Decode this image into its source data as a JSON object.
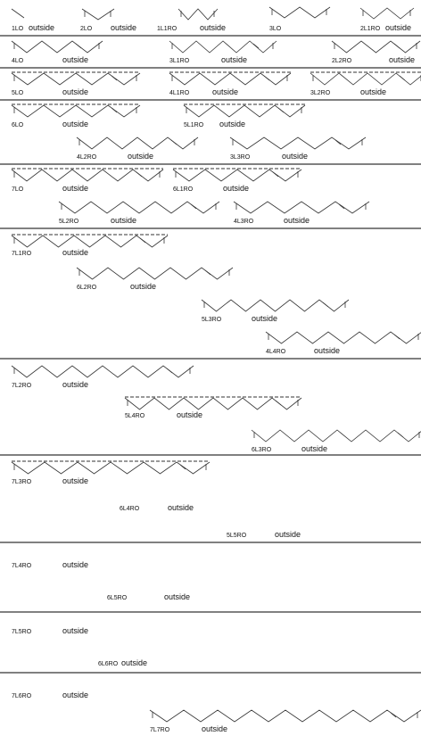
{
  "colors": {
    "ink": "#333333",
    "rule": "#000000",
    "paper": "#ffffff"
  },
  "labels": [
    {
      "code": "1LO",
      "word": "outside"
    },
    {
      "code": "2LO",
      "word": "outside"
    },
    {
      "code": "1L1RO",
      "word": "outside"
    },
    {
      "code": "3LO",
      "word": ""
    },
    {
      "code": "2L1RO",
      "word": "outside"
    },
    {
      "code": "4LO",
      "word": "outside"
    },
    {
      "code": "3L1RO",
      "word": "outside"
    },
    {
      "code": "2L2RO",
      "word": "outside"
    },
    {
      "code": "5LO",
      "word": "outside"
    },
    {
      "code": "4L1RO",
      "word": "outside"
    },
    {
      "code": "3L2RO",
      "word": "outside"
    },
    {
      "code": "6LO",
      "word": "outside"
    },
    {
      "code": "5L1RO",
      "word": "outside"
    },
    {
      "code": "4L2RO",
      "word": "outside"
    },
    {
      "code": "3L3RO",
      "word": "outside"
    },
    {
      "code": "7LO",
      "word": "outside"
    },
    {
      "code": "6L1RO",
      "word": "outside"
    },
    {
      "code": "5L2RO",
      "word": "outside"
    },
    {
      "code": "4L3RO",
      "word": "outside"
    },
    {
      "code": "7L1RO",
      "word": "outside"
    },
    {
      "code": "6L2RO",
      "word": "outside"
    },
    {
      "code": "5L3RO",
      "word": "outside"
    },
    {
      "code": "4L4RO",
      "word": "outside"
    },
    {
      "code": "7L2RO",
      "word": "outside"
    },
    {
      "code": "5L4RO",
      "word": "outside"
    },
    {
      "code": "6L3RO",
      "word": "outside"
    },
    {
      "code": "7L3RO",
      "word": "outside"
    },
    {
      "code": "6L4RO",
      "word": "outside"
    },
    {
      "code": "5L5RO",
      "word": "outside"
    },
    {
      "code": "7L4RO",
      "word": "outside"
    },
    {
      "code": "6L5RO",
      "word": "outside"
    },
    {
      "code": "7L5RO",
      "word": "outside"
    },
    {
      "code": "6L6RO",
      "word": "outside"
    },
    {
      "code": "7L6RO",
      "word": "outside"
    },
    {
      "code": "7L7RO",
      "word": "outside"
    }
  ]
}
